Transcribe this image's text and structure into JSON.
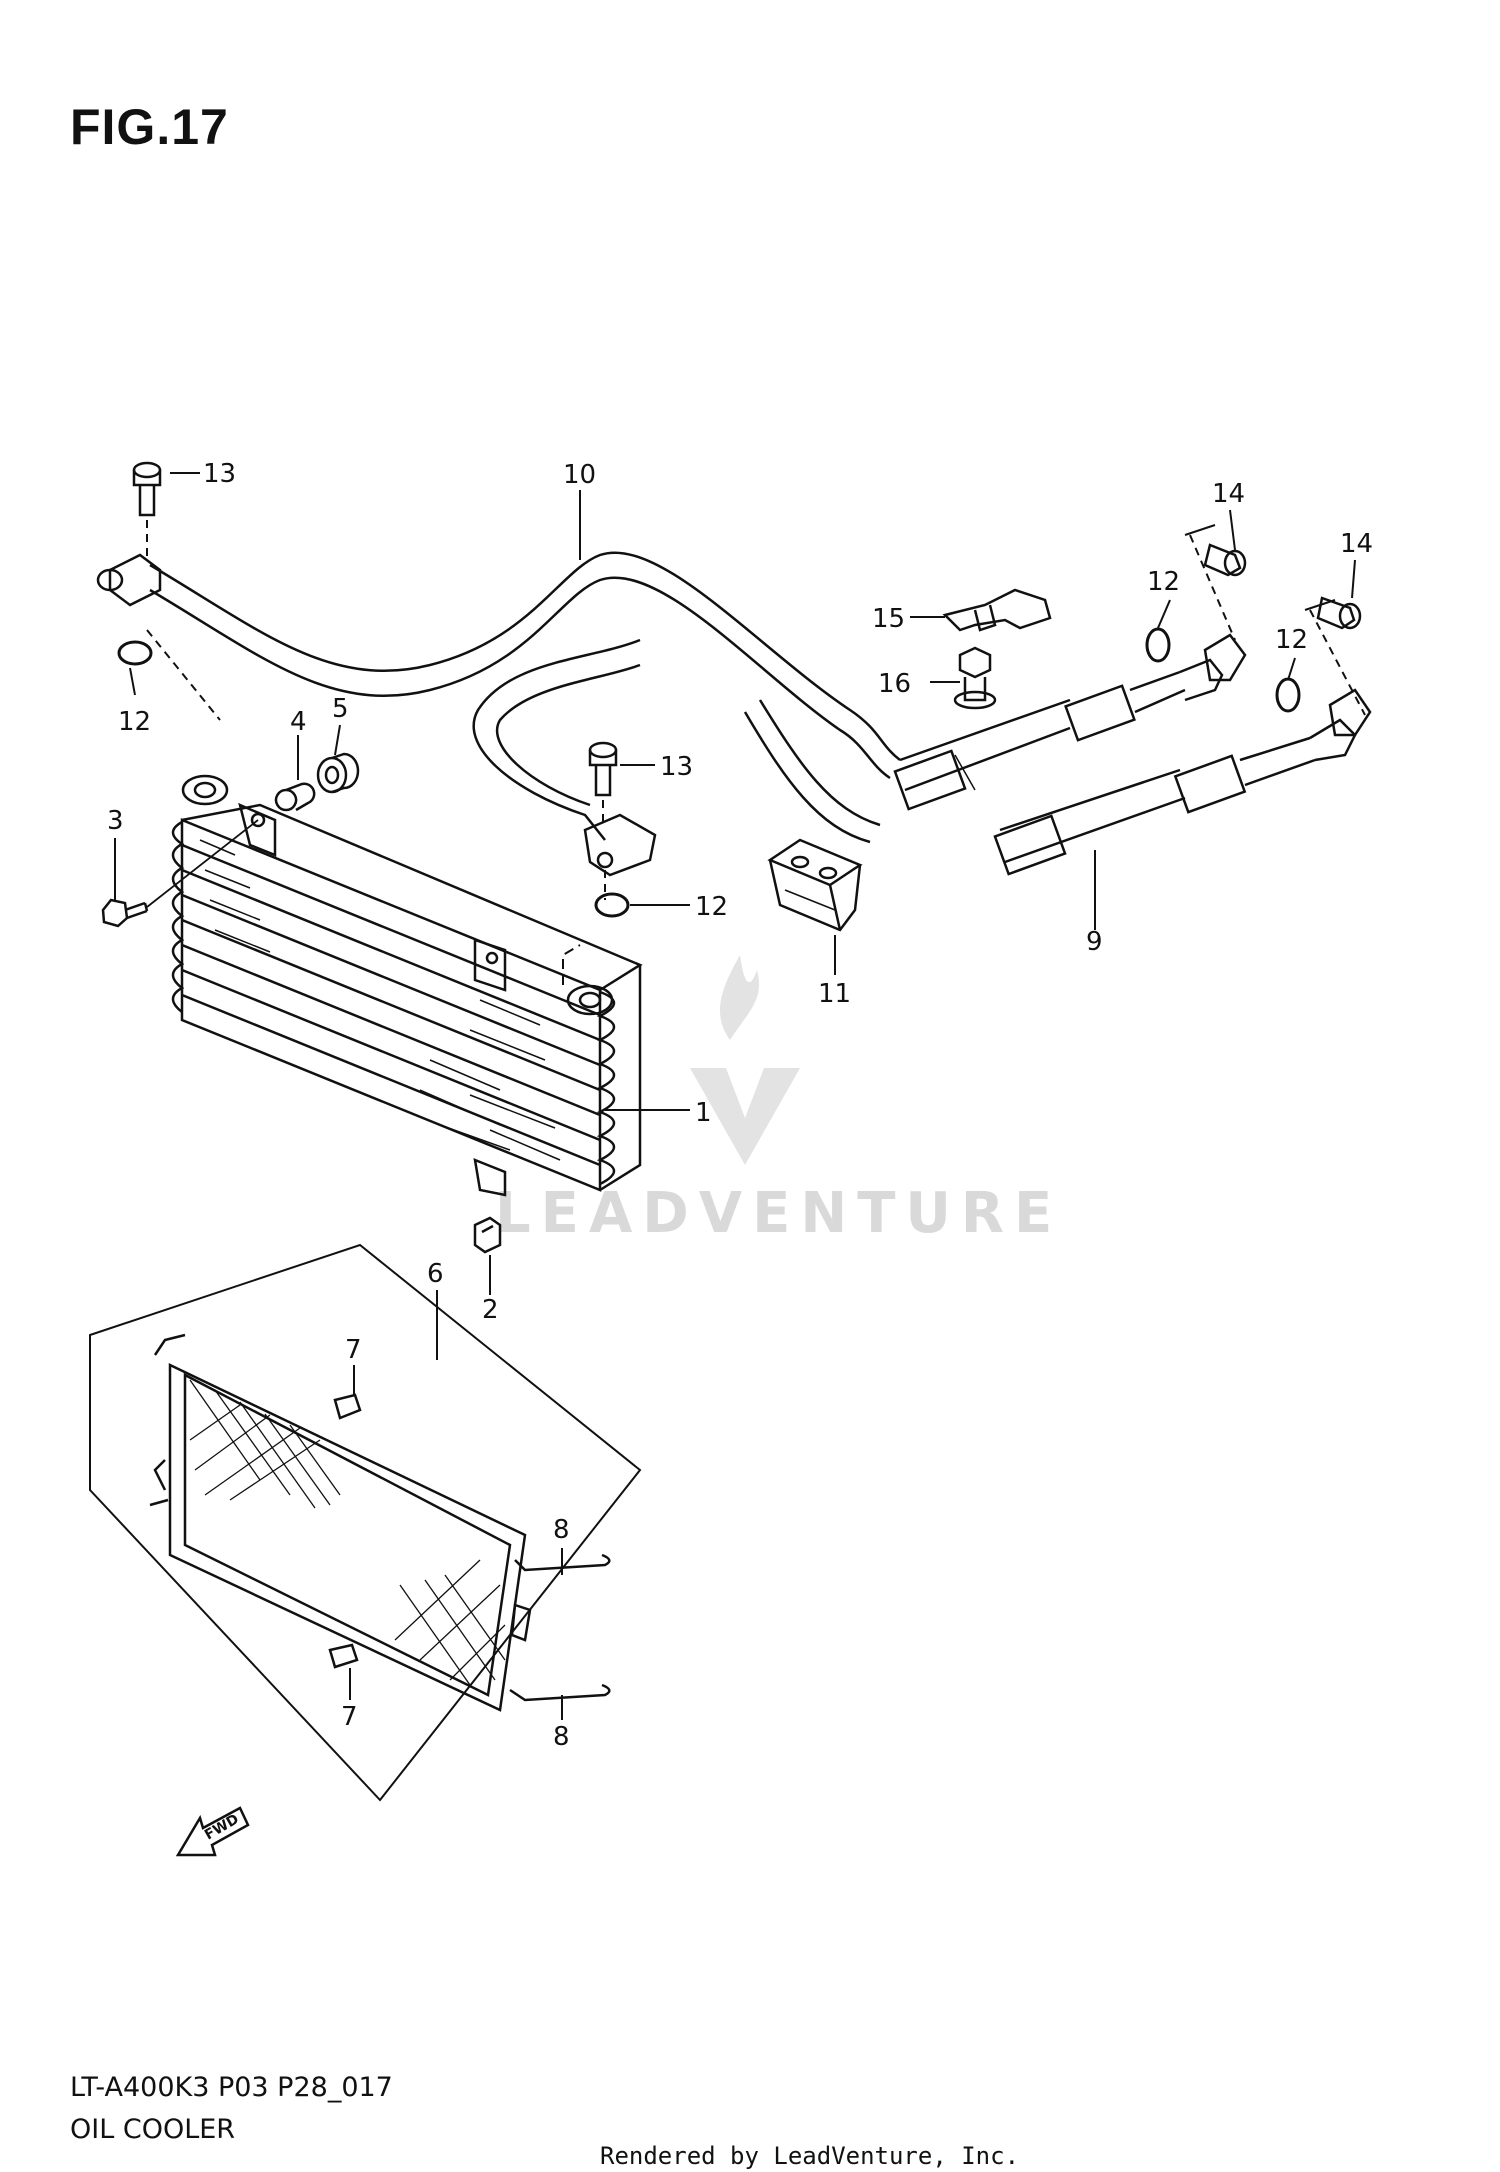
{
  "figure": {
    "title": "FIG.17"
  },
  "callouts": {
    "c1": "1",
    "c2": "2",
    "c3": "3",
    "c4": "4",
    "c5": "5",
    "c6": "6",
    "c7": "7",
    "c8": "8",
    "c9": "9",
    "c10": "10",
    "c11": "11",
    "c12": "12",
    "c13": "13",
    "c14": "14",
    "c15": "15",
    "c16": "16"
  },
  "fwd_label": "FWD",
  "watermark": "LEADVENTURE",
  "model_code": "LT-A400K3 P03 P28_017",
  "diagram_name": "OIL COOLER",
  "footer": "Rendered by LeadVenture, Inc.",
  "colors": {
    "line": "#111111",
    "watermark": "#d9d9d9",
    "background": "#ffffff"
  }
}
